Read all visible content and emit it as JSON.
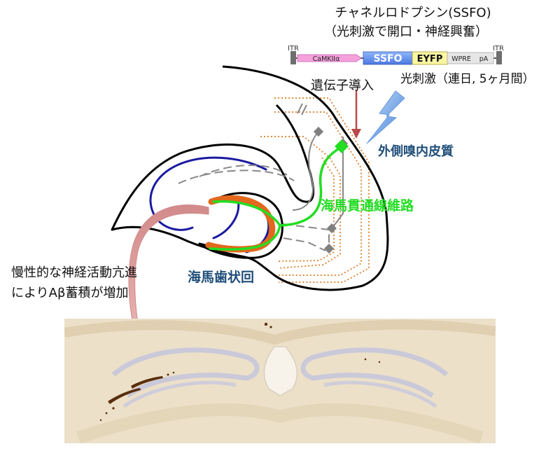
{
  "title": {
    "line1": "チャネルロドプシン(SSFO)",
    "line2": "（光刺激で開口・神経興奮）"
  },
  "construct": {
    "itr_left": "ITR",
    "promoter": "CaMKIIα",
    "ssfo": "SSFO",
    "eyfp": "EYFP",
    "wpre": "WPRE",
    "pa": "pA",
    "itr_right": "ITR"
  },
  "labels": {
    "gene_transfer": "遺伝子導入",
    "photo_stim": "光刺激（連日, 5ヶ月間）",
    "lateral_entorhinal": "外側嗅内皮質",
    "perforant_path": "海馬貫通線維路",
    "dentate_gyrus": "海馬歯状回",
    "chronic_line1": "慢性的な神経活動亢進",
    "chronic_line2": "によりAβ蓄積が増加"
  },
  "colors": {
    "perforant_green": "#22dd22",
    "label_blue": "#1f4e79",
    "granule_blue": "#1a1aa0",
    "abeta_orange": "#e2681c",
    "entorhinal_dotted": "#e08a3c",
    "arrow_red": "#b84a4a",
    "lightning_blue": "#4a88d8"
  }
}
